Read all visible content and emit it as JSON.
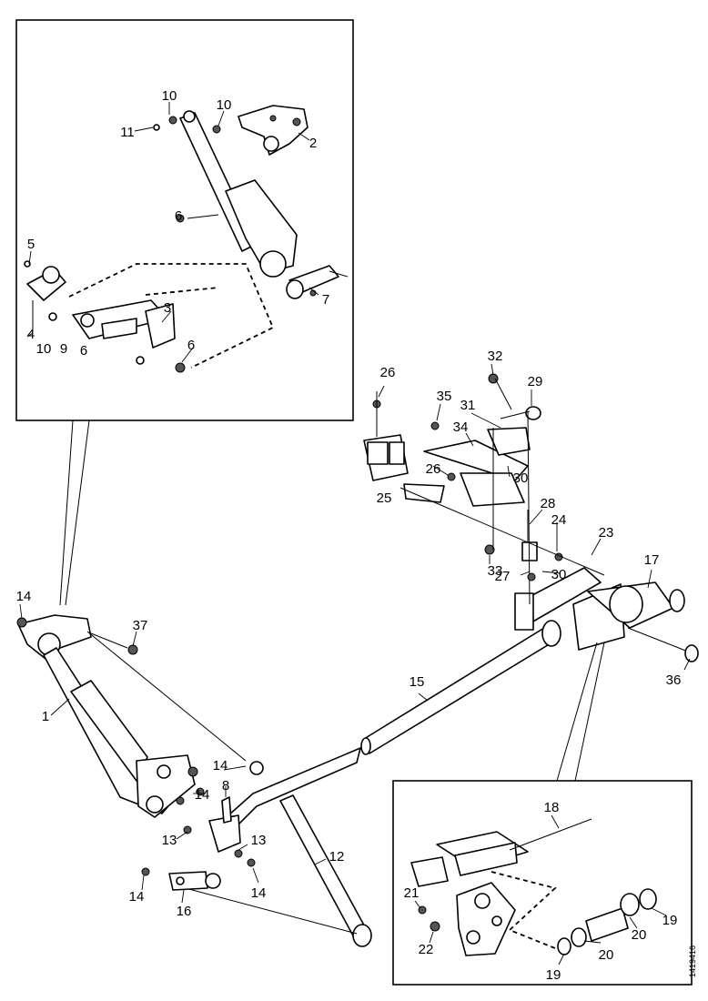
{
  "drawing_ref": "1419416",
  "callouts": [
    {
      "id": "c2",
      "text": "2"
    },
    {
      "id": "c3",
      "text": "3"
    },
    {
      "id": "c4",
      "text": "4"
    },
    {
      "id": "c5a",
      "text": "5"
    },
    {
      "id": "c6a",
      "text": "6"
    },
    {
      "id": "c6b",
      "text": "6"
    },
    {
      "id": "c6c",
      "text": "6"
    },
    {
      "id": "c7",
      "text": "7"
    },
    {
      "id": "c9",
      "text": "9"
    },
    {
      "id": "c10a",
      "text": "10"
    },
    {
      "id": "c10b",
      "text": "10"
    },
    {
      "id": "c10c",
      "text": "10"
    },
    {
      "id": "c11",
      "text": "11"
    },
    {
      "id": "c14a",
      "text": "14"
    },
    {
      "id": "c37",
      "text": "37"
    },
    {
      "id": "c1",
      "text": "1"
    },
    {
      "id": "c15",
      "text": "15"
    },
    {
      "id": "c14b",
      "text": "14"
    },
    {
      "id": "c14c",
      "text": "14"
    },
    {
      "id": "c8",
      "text": "8"
    },
    {
      "id": "c13a",
      "text": "13"
    },
    {
      "id": "c13b",
      "text": "13"
    },
    {
      "id": "c12",
      "text": "12"
    },
    {
      "id": "c14d",
      "text": "14"
    },
    {
      "id": "c14e",
      "text": "14"
    },
    {
      "id": "c16",
      "text": "16"
    },
    {
      "id": "c26a",
      "text": "26"
    },
    {
      "id": "c26b",
      "text": "26"
    },
    {
      "id": "c32",
      "text": "32"
    },
    {
      "id": "c29",
      "text": "29"
    },
    {
      "id": "c35",
      "text": "35"
    },
    {
      "id": "c31",
      "text": "31"
    },
    {
      "id": "c34",
      "text": "34"
    },
    {
      "id": "c30a",
      "text": "30"
    },
    {
      "id": "c30b",
      "text": "30"
    },
    {
      "id": "c25",
      "text": "25"
    },
    {
      "id": "c28",
      "text": "28"
    },
    {
      "id": "c24",
      "text": "24"
    },
    {
      "id": "c23",
      "text": "23"
    },
    {
      "id": "c33",
      "text": "33"
    },
    {
      "id": "c27",
      "text": "27"
    },
    {
      "id": "c17",
      "text": "17"
    },
    {
      "id": "c36",
      "text": "36"
    },
    {
      "id": "c18",
      "text": "18"
    },
    {
      "id": "c21",
      "text": "21"
    },
    {
      "id": "c22",
      "text": "22"
    },
    {
      "id": "c19a",
      "text": "19"
    },
    {
      "id": "c19b",
      "text": "19"
    },
    {
      "id": "c20a",
      "text": "20"
    },
    {
      "id": "c20b",
      "text": "20"
    }
  ]
}
